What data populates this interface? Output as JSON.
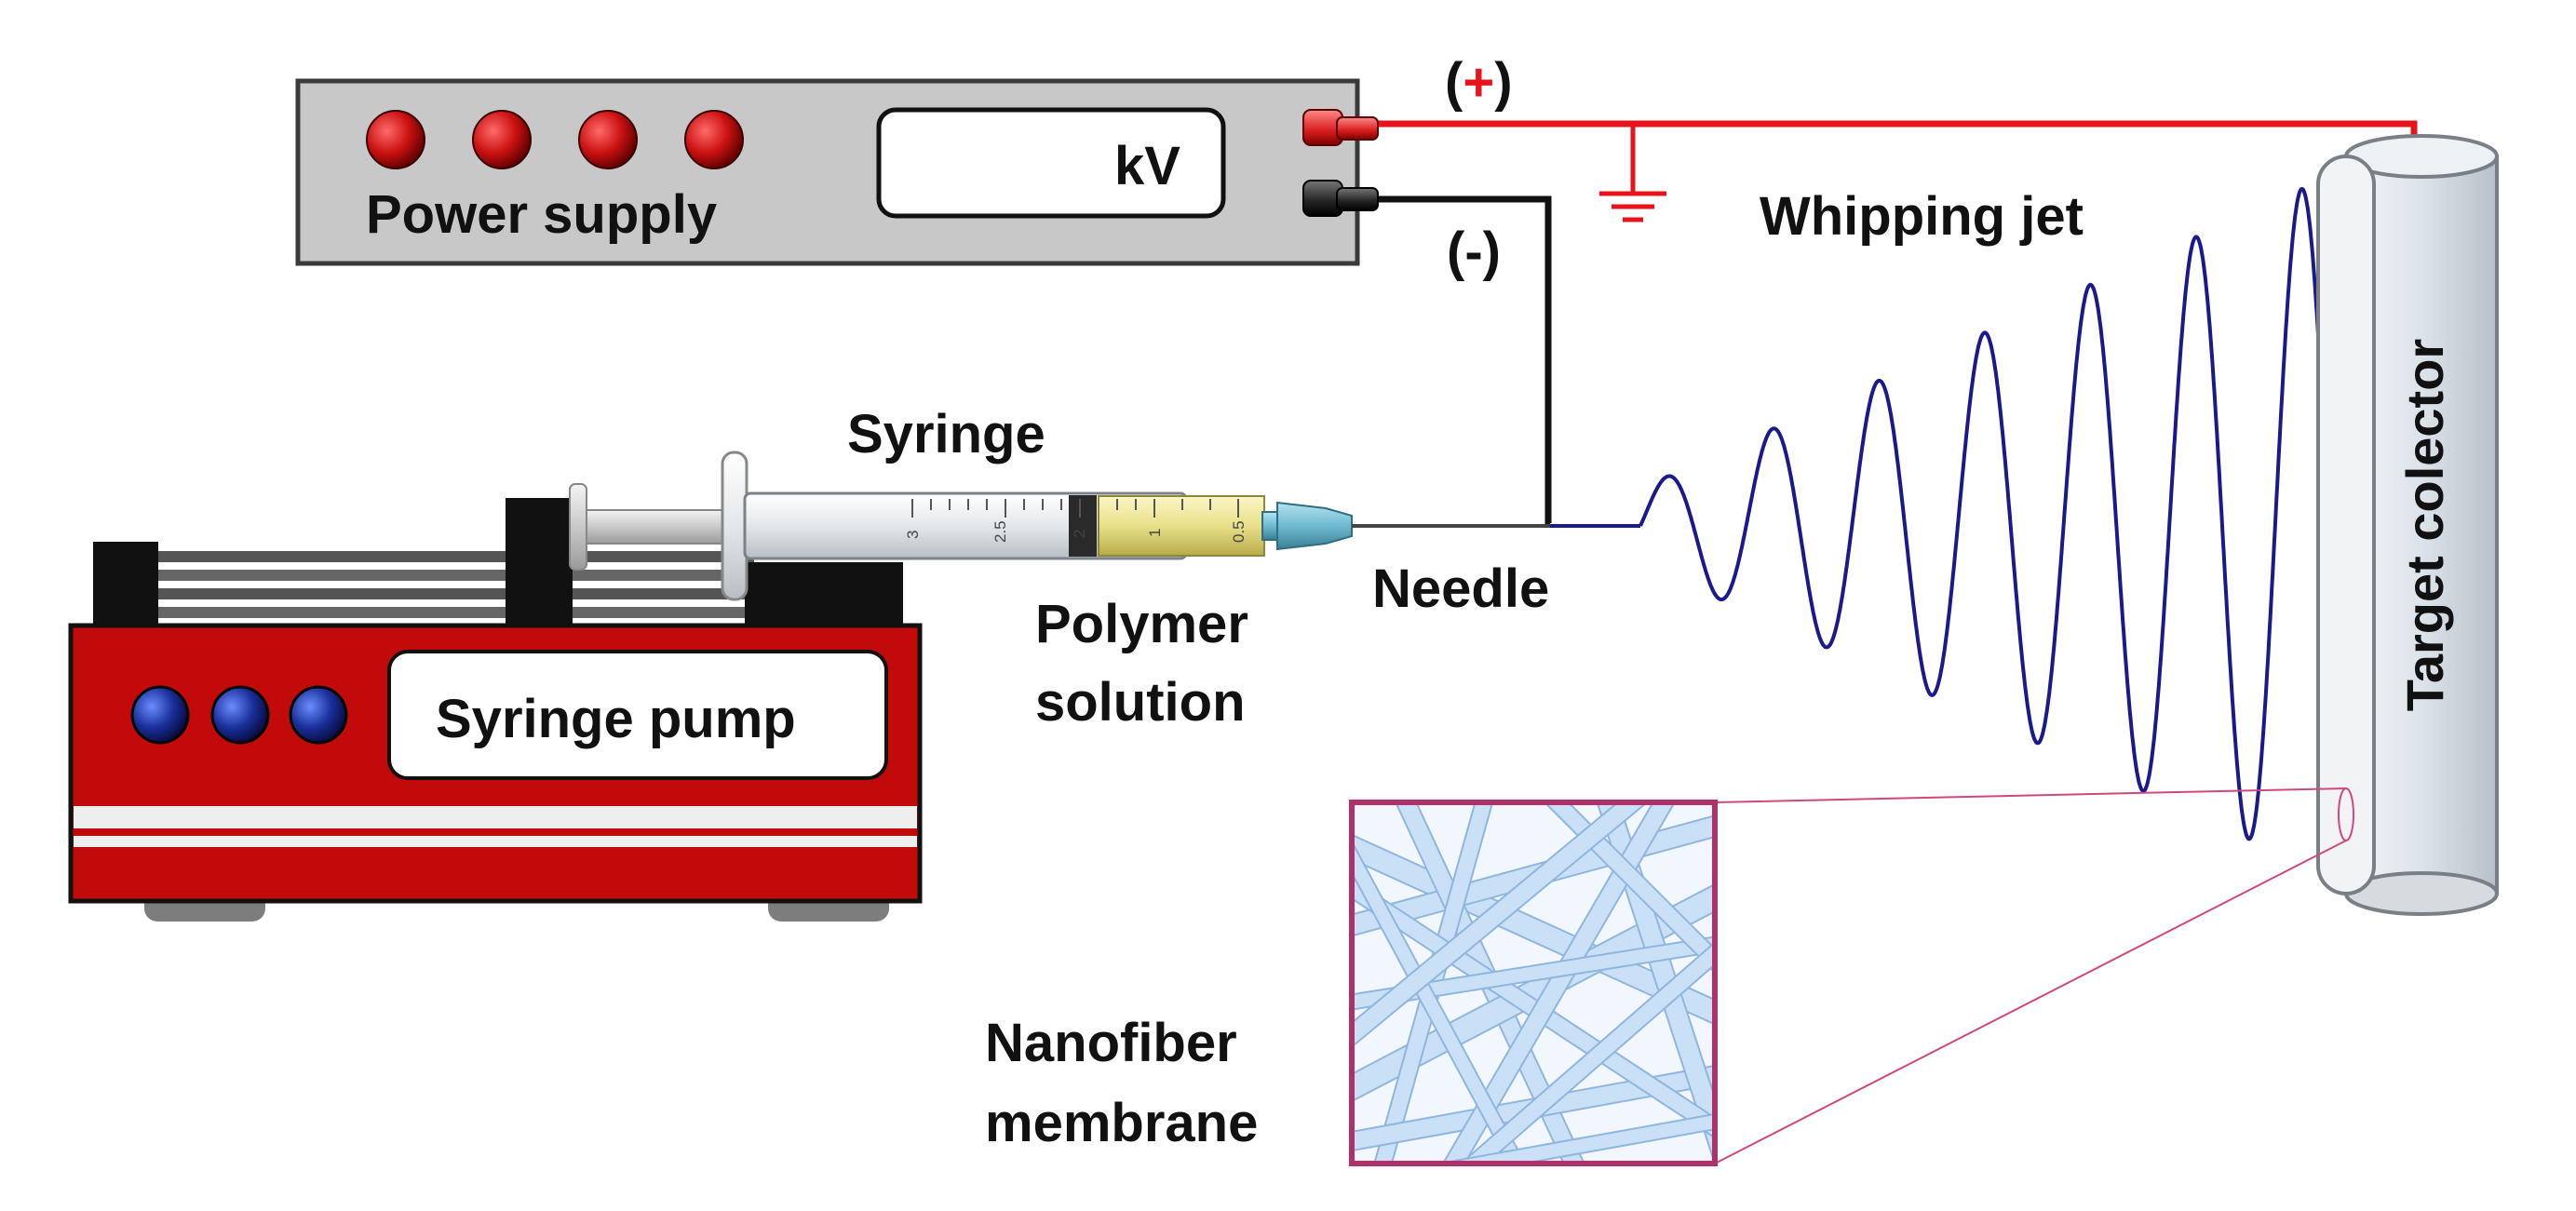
{
  "labels": {
    "power_supply": "Power supply",
    "kv_unit": "kV",
    "positive_open": "(",
    "positive_sign": "+",
    "positive_close": ")",
    "negative_terminal": "(-)",
    "syringe": "Syringe",
    "needle": "Needle",
    "polymer_line1": "Polymer",
    "polymer_line2": "solution",
    "syringe_pump": "Syringe pump",
    "whipping_jet": "Whipping jet",
    "target_collector": "Target colector",
    "nanofiber_line1": "Nanofiber",
    "nanofiber_line2": "membrane"
  },
  "syringe_scale": [
    "3",
    "2.5",
    "2",
    "1",
    "0.5"
  ],
  "colors": {
    "positive_wire": "#e8141b",
    "negative_wire": "#111111",
    "power_supply_body": "#c8c8c8",
    "indicator_light": "#cc1111",
    "pump_body": "#c30a0a",
    "pump_button": "#1a2f9a",
    "jet": "#1a1a8c",
    "collector": "#dde3ea",
    "membrane_frame": "#b0306a",
    "fiber": "#b7d4ef",
    "polymer": "#e9e08a"
  }
}
